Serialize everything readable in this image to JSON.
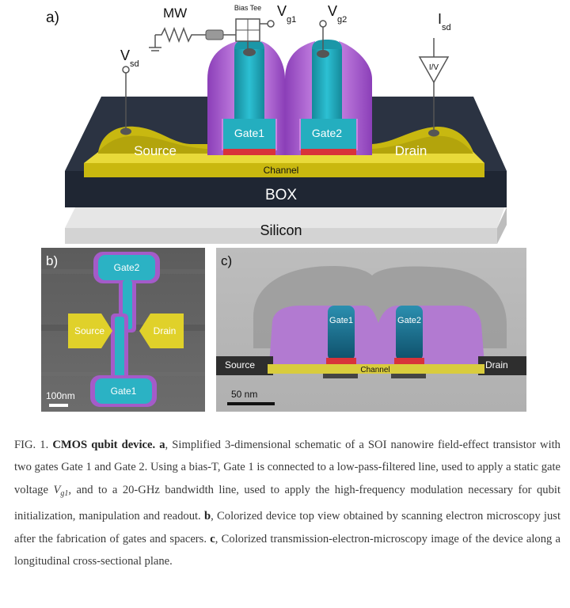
{
  "panel_a": {
    "label": "a)",
    "mw": "MW",
    "bias_tee": "Bias Tee",
    "vg1": "V",
    "vg1_sub": "g1",
    "vg2": "V",
    "vg2_sub": "g2",
    "vsd": "V",
    "vsd_sub": "sd",
    "isd": "I",
    "isd_sub": "sd",
    "iv": "I/V",
    "gate1": "Gate1",
    "gate2": "Gate2",
    "source": "Source",
    "drain": "Drain",
    "channel": "Channel",
    "box": "BOX",
    "silicon": "Silicon"
  },
  "panel_b": {
    "label": "b)",
    "gate2": "Gate2",
    "gate1": "Gate1",
    "source": "Source",
    "drain": "Drain",
    "scale": "100nm"
  },
  "panel_c": {
    "label": "c)",
    "gate1": "Gate1",
    "gate2": "Gate2",
    "source": "Source",
    "drain": "Drain",
    "channel": "Channel",
    "scale": "50 nm"
  },
  "caption": {
    "fig": "FIG. 1.",
    "title": "CMOS qubit device.",
    "a_letter": "a",
    "a_text": ", Simplified 3-dimensional schematic of a SOI nanowire field-effect transistor with two gates Gate 1 and Gate 2. Using a bias-T, Gate 1 is connected to a low-pass-filtered line, used to apply a static gate voltage ",
    "v_symbol": "V",
    "v_sub": "g1",
    "a_text2": ", and to a 20-GHz bandwidth line, used to apply the high-frequency modulation necessary for qubit initialization, manipulation and readout.",
    "b_letter": "b",
    "b_text": ", Colorized device top view obtained by scanning electron microscopy just after the fabrication of gates and spacers.",
    "c_letter": "c",
    "c_text": ", Colorized transmission-electron-microscopy image of the device along a longitudinal cross-sectional plane."
  },
  "colors": {
    "gate": "#1fa6b8",
    "spacer": "#a45bc9",
    "channel": "#d6c515",
    "box": "#2a3140",
    "silicon": "#d9d9d9",
    "red": "#d8333a"
  }
}
